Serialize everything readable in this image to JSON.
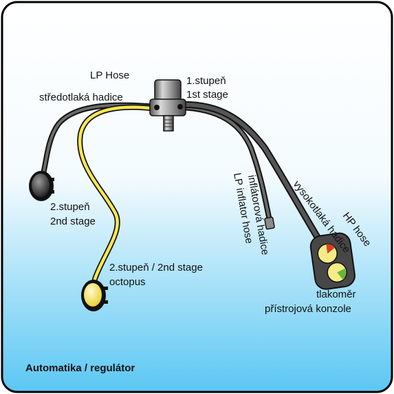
{
  "labels": {
    "lp_hose_en": "LP Hose",
    "lp_hose_cz": "středotlaká hadice",
    "first_stage_cz": "1.stupeň",
    "first_stage_en": "1st stage",
    "second_stage_cz": "2.stupeň",
    "second_stage_en": "2nd stage",
    "octopus_line1": "2.stupeň / 2nd stage",
    "octopus_line2": "octopus",
    "inflator_cz": "inflátorová hadice",
    "inflator_en": "LP inflator hose",
    "hp_hose_en": "HP hose",
    "hp_hose_cz": "vysokotlaká hadice",
    "gauge_cz": "tlakoměr",
    "console_cz": "přístrojová konzole",
    "footer": "Automatika / regulátor"
  },
  "colors": {
    "background_top": "#ffffff",
    "background_bottom": "#5bc7f3",
    "frame": "#000000",
    "hose_dark": "#3a3a3a",
    "hose_yellow": "#f7e653",
    "console_body": "#474747",
    "gauge_face": "#f5ec86",
    "gauge_needle_red": "#d64028",
    "gauge_needle_green": "#6bb33c"
  }
}
